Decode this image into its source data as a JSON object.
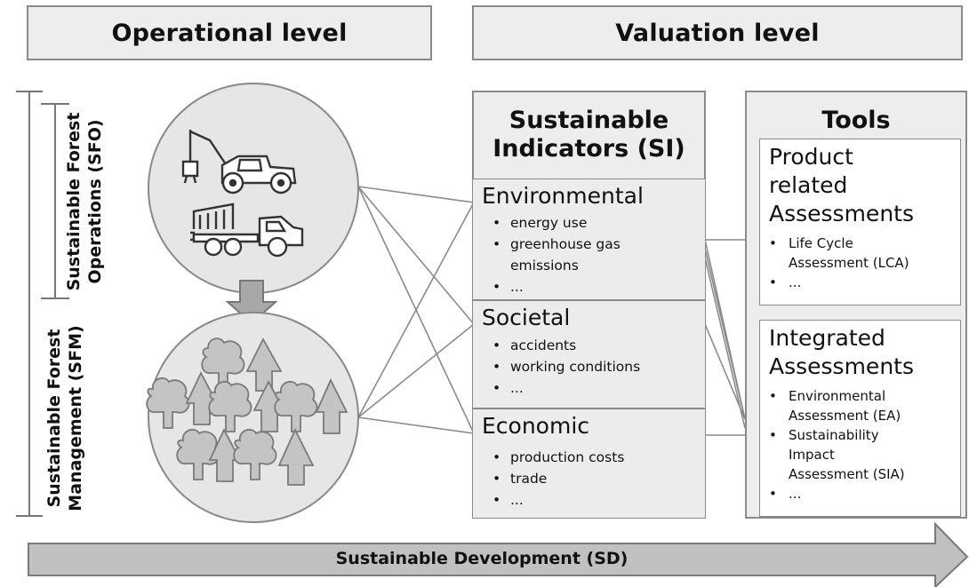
{
  "headers": {
    "operational": "Operational level",
    "valuation": "Valuation level"
  },
  "side_labels": {
    "sfo_line1": "Sustainable Forest",
    "sfo_line2": "Operations (SFO)",
    "sfm_line1": "Sustainable Forest",
    "sfm_line2": "Management (SFM)"
  },
  "indicators": {
    "title_line1": "Sustainable",
    "title_line2": "Indicators (SI)",
    "sections": [
      {
        "title": "Environmental",
        "items": [
          "energy use",
          "greenhouse gas",
          "emissions",
          "..."
        ]
      },
      {
        "title": "Societal",
        "items": [
          "accidents",
          "working conditions",
          "..."
        ]
      },
      {
        "title": "Economic",
        "items": [
          "production costs",
          "trade",
          "..."
        ]
      }
    ]
  },
  "tools": {
    "title": "Tools",
    "product": {
      "title_lines": [
        "Product",
        "related",
        "Assessments"
      ],
      "items": [
        "Life Cycle",
        "Assessment (LCA)",
        "..."
      ]
    },
    "integrated": {
      "title_lines": [
        "Integrated",
        "Assessments"
      ],
      "items": [
        "Environmental",
        "Assessment (EA)",
        "Sustainability",
        "Impact",
        "Assessment (SIA)",
        "..."
      ]
    }
  },
  "footer": {
    "arrow_label": "Sustainable Development (SD)"
  }
}
